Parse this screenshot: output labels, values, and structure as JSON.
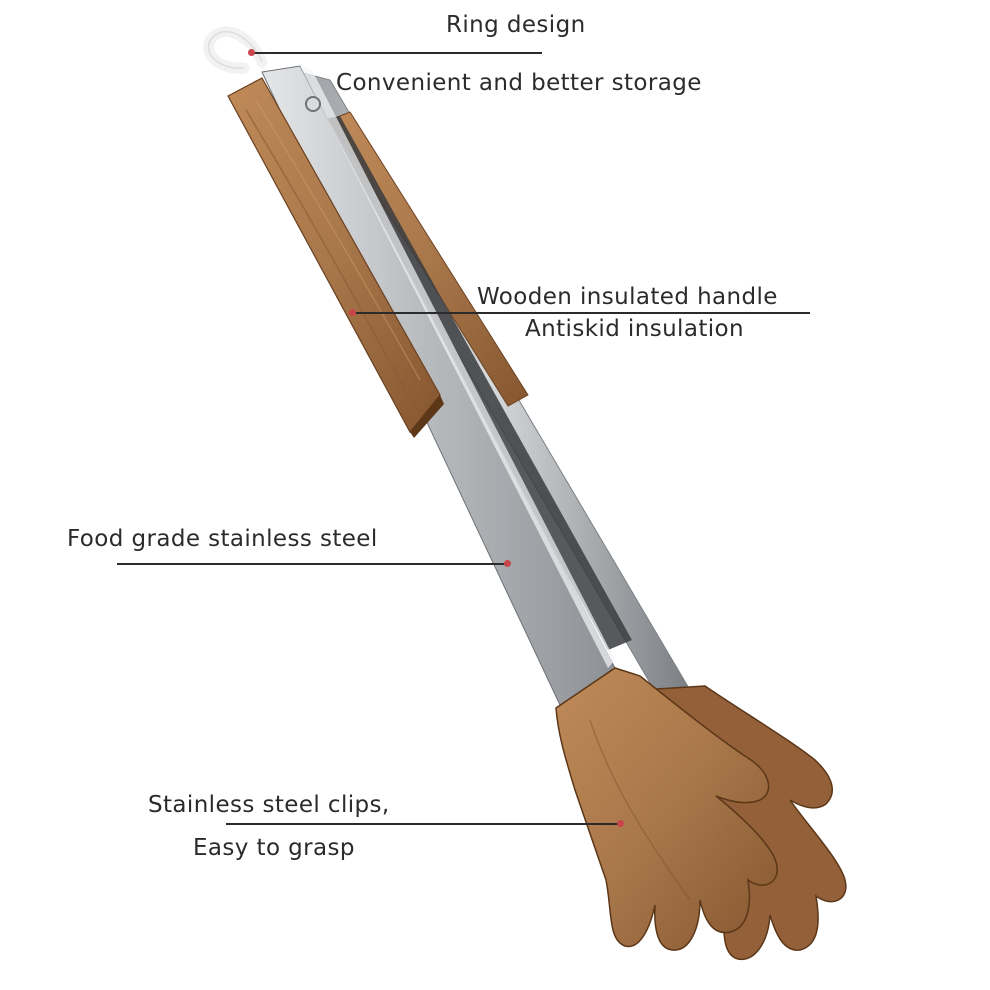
{
  "callouts": {
    "ring": {
      "title": "Ring design",
      "subtitle": "Convenient and better storage"
    },
    "handle": {
      "title": "Wooden insulated handle",
      "subtitle": "Antiskid insulation"
    },
    "steel": {
      "title": "Food grade stainless steel"
    },
    "clips": {
      "title": "Stainless steel clips,",
      "subtitle": "Easy to grasp"
    }
  },
  "colors": {
    "text": "#2b2b2b",
    "marker": "#c8454a",
    "wood": "#a8774a",
    "wood_dark": "#7a4f2c",
    "steel": "#b9bcbf",
    "steel_dark": "#6e7276",
    "ring": "#f2f2f2"
  },
  "icons": {
    "product": "wooden-kitchen-tongs"
  }
}
